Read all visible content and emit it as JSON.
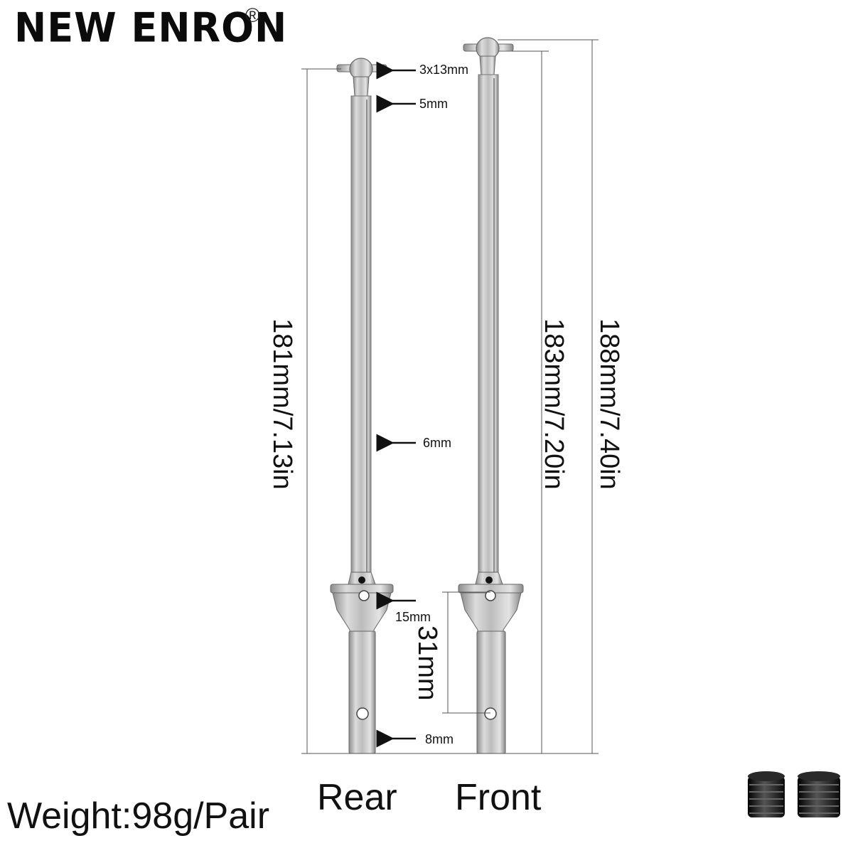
{
  "brand": {
    "name": "NEW ENRON",
    "mark": "®"
  },
  "callouts": {
    "pin": "3x13mm",
    "neck": "5mm",
    "shaft": "6mm",
    "cup": "15mm",
    "cup_length": "31mm",
    "stub": "8mm"
  },
  "lengths": {
    "rear": "181mm/7.13in",
    "front_short": "183mm/7.20in",
    "front_long": "188mm/7.40in"
  },
  "labels": {
    "rear": "Rear",
    "front": "Front"
  },
  "weight": "Weight:98g/Pair",
  "icons": {
    "set_screws": "set-screw-icon"
  },
  "colors": {
    "metal": "#c9c9c9",
    "metal_dark": "#7a7a7a",
    "screw": "#1a1a1a",
    "line": "#555555"
  }
}
